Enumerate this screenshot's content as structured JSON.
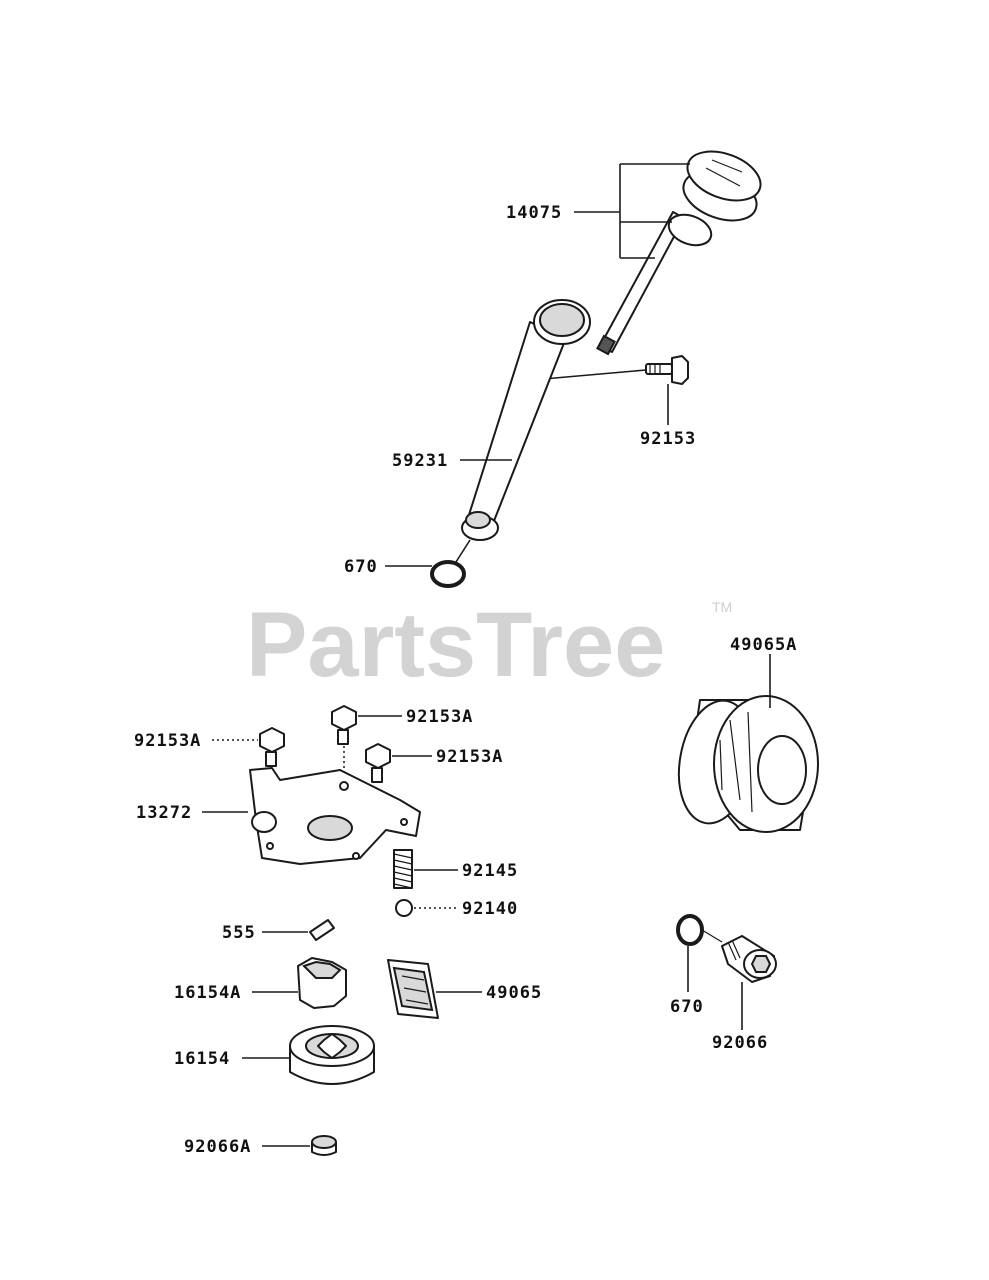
{
  "watermark": {
    "text": "PartsTree",
    "tm": "TM"
  },
  "parts": {
    "dipstick": "14075",
    "dipstick_bolt": "92153",
    "filler_tube": "59231",
    "tube_oring": "670",
    "oil_filter": "49065A",
    "pump_bolt_left": "92153A",
    "pump_bolt_top": "92153A",
    "pump_bolt_right": "92153A",
    "pump_cover": "13272",
    "relief_spring": "92145",
    "relief_ball": "92140",
    "pin": "555",
    "inner_rotor": "16154A",
    "screen": "49065",
    "outer_rotor": "16154",
    "oil_seal": "92066A",
    "plug_oring": "670",
    "drain_plug": "92066"
  }
}
